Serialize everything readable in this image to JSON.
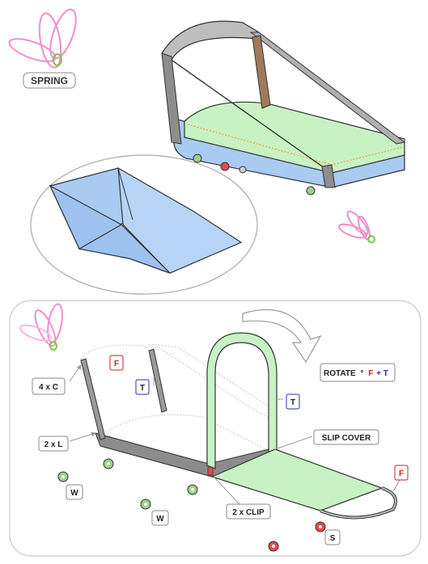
{
  "colors": {
    "accent_red": "#cc2020",
    "accent_blue": "#2a2ab0",
    "cover_green": "#c8f2c4",
    "base_blue": "#a9cbf2",
    "frame_gray": "#9a9a9a",
    "petal_pink": "#f08fc8"
  },
  "icons": {
    "flower_top": "flower-icon",
    "flower_mid": "flower-icon",
    "flower_bottom": "flower-icon",
    "rotate_arrow": "curved-arrow-icon"
  },
  "labels": {
    "spring": "SPRING",
    "four_c": "4 x C",
    "two_l": "2 x L",
    "f_top": "F",
    "t_left": "T",
    "t_right": "T",
    "rotate_prefix": "ROTATE",
    "rotate_bullet": "°",
    "rotate_f": "F",
    "rotate_plus": "+",
    "rotate_t": "T",
    "slip_cover": "SLIP COVER",
    "f_right": "F",
    "w_left": "W",
    "w_mid": "W",
    "two_clip": "2 x CLIP",
    "s": "S"
  }
}
